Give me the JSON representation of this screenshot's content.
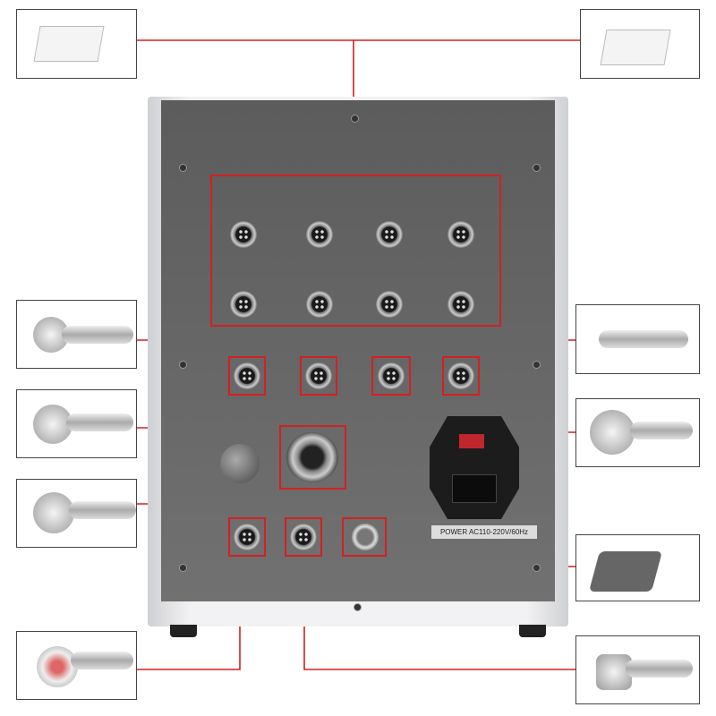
{
  "device": {
    "panel_color": "#6b6b6b",
    "frame_color": "#e4e4e6",
    "highlight_color": "#d42020"
  },
  "power_module": {
    "label": "POWER AC110-220V/60Hz",
    "switch_color": "#c0262e"
  },
  "callouts": {
    "left": [
      "rf-probe-3-pole",
      "rf-probe-6-pole",
      "cavitation-probe-small",
      "led-rf-probe"
    ],
    "right": [
      "rf-probe-curved",
      "cavitation-probe-large",
      "ems-electrode-pad",
      "vacuum-probe"
    ],
    "top": [
      "lipo-laser-pad-left",
      "lipo-laser-pad-right"
    ]
  }
}
